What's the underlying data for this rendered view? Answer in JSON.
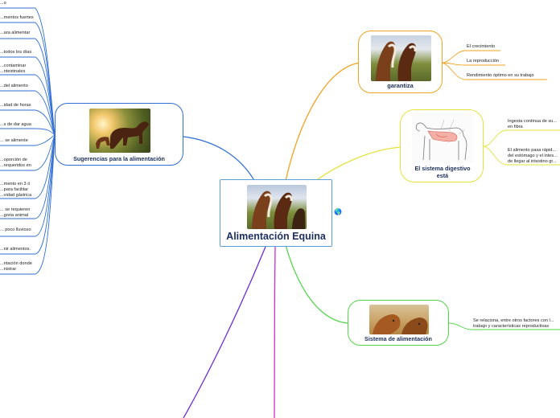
{
  "central": {
    "title": "Alimentación Equina"
  },
  "branches": {
    "sugerencias": {
      "title": "Sugerencias para la alimentación",
      "items": [
        "...o",
        "...mentos fuertes",
        "...ara alimentar",
        "...todos los días",
        "...contaminar\n...ntestinales",
        "...del alimento",
        "...idad de horas",
        "...s de dar agua",
        "... se alimente",
        "...oporción de\n...requeridos en",
        "...mento en 3 ó\n...para facilitar\n...vidad gástrica",
        "... se requieren\n...goria animal",
        "... poco lluvioso",
        "...nir alimentos.",
        "...ntación donde\n...nistrar"
      ]
    },
    "garantiza": {
      "title": "garantiza",
      "items": [
        "El crecimiento",
        "La reproducción",
        "Rendimiento óptimo en su trabajo"
      ]
    },
    "digestivo": {
      "title": "El sistema digestivo está",
      "items": [
        "Ingesta continua de su...\nen fibra",
        "El alimento pasa rápid...\ndel estómago y el intes...\nde llegar al intestino gr..."
      ]
    },
    "sistema": {
      "title": "Sistema de alimentación",
      "items": [
        "Se relaciona, entre otros factores con l...\ntrabajo y características reproductivas"
      ]
    }
  },
  "icons": {
    "globe": "globe-icon"
  },
  "colors": {
    "sugerencias": "#2f6fd6",
    "garantiza": "#f2a322",
    "digestivo": "#e6e23a",
    "sistema": "#52d64a",
    "central": "#5aa0d8",
    "purple": "#6c2bd9",
    "magenta": "#d12bd6"
  }
}
